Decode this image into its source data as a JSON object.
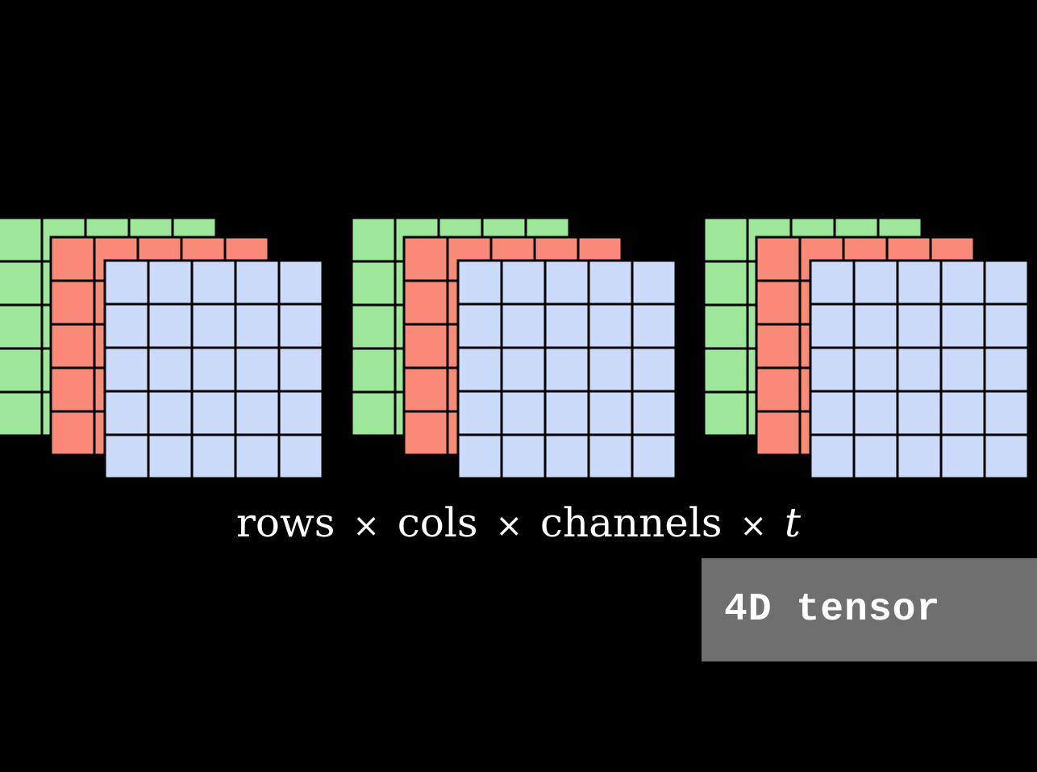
{
  "diagram": {
    "caption": {
      "parts": [
        "rows",
        "×",
        "cols",
        "×",
        "channels",
        "×",
        "t"
      ]
    },
    "badge": {
      "label": "4D tensor"
    },
    "grid_size": 5,
    "frame_count": 3,
    "channels": [
      {
        "name": "green-channel",
        "color": "#9ee69a"
      },
      {
        "name": "red-channel",
        "color": "#fa8a78"
      },
      {
        "name": "blue-channel",
        "color": "#ccdbfa"
      }
    ],
    "grid_line_color": "#000000",
    "badge_color": "#6f6f6f"
  }
}
